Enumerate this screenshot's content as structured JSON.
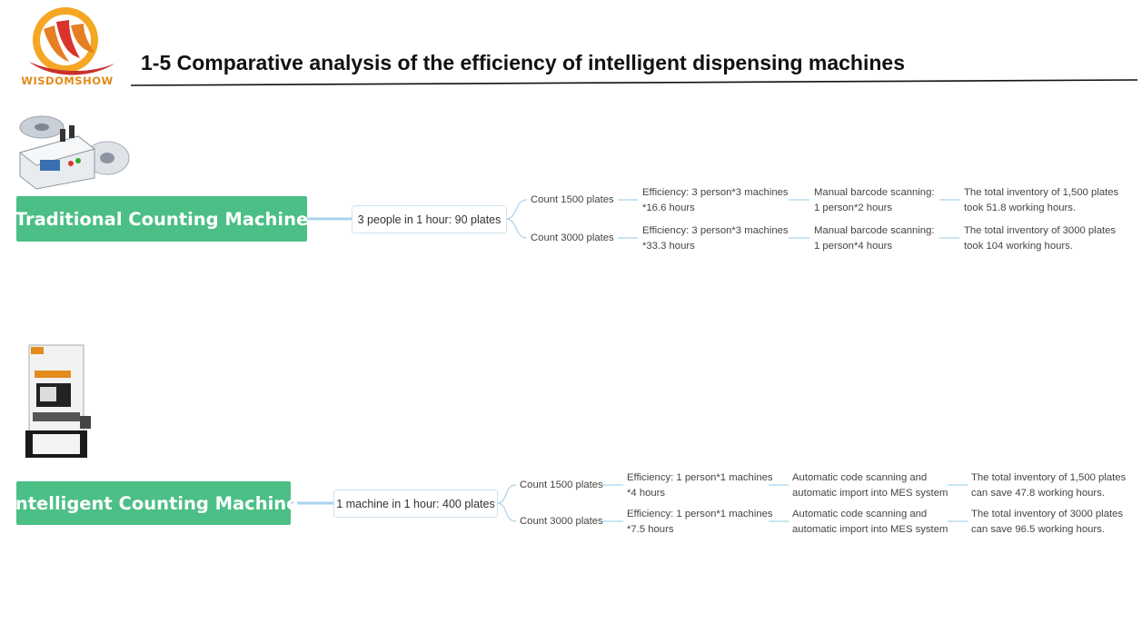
{
  "brand": {
    "logo_text": "WISDOMSHOW"
  },
  "page": {
    "title": "1-5 Comparative analysis of the efficiency of intelligent dispensing machines"
  },
  "traditional": {
    "root_label": "Traditional Counting Machine",
    "summary": "3 people in 1 hour: 90 plates",
    "branches": [
      {
        "count": "Count 1500 plates",
        "efficiency": [
          "Efficiency: 3 person*3 machines",
          "*16.6 hours"
        ],
        "method": [
          "Manual barcode scanning:",
          "1 person*2 hours"
        ],
        "result": [
          "The total inventory of 1,500 plates",
          "took 51.8 working hours."
        ]
      },
      {
        "count": "Count 3000 plates",
        "efficiency": [
          "Efficiency: 3 person*3 machines",
          "*33.3 hours"
        ],
        "method": [
          "Manual barcode scanning:",
          "1 person*4 hours"
        ],
        "result": [
          "The total inventory of 3000 plates",
          "took 104 working hours."
        ]
      }
    ]
  },
  "intelligent": {
    "root_label": "Intelligent Counting Machine",
    "summary": "1 machine in 1 hour: 400 plates",
    "branches": [
      {
        "count": "Count 1500 plates",
        "efficiency": [
          "Efficiency: 1 person*1 machines",
          "*4 hours"
        ],
        "method": [
          "Automatic code scanning and",
          "automatic import into MES system"
        ],
        "result": [
          "The total inventory of 1,500 plates",
          "can save 47.8 working hours."
        ]
      },
      {
        "count": "Count 3000 plates",
        "efficiency": [
          "Efficiency: 1 person*1 machines",
          "*7.5 hours"
        ],
        "method": [
          "Automatic code scanning and",
          "automatic import into MES system"
        ],
        "result": [
          "The total inventory of 3000 plates",
          "can save 96.5 working hours."
        ]
      }
    ]
  },
  "colors": {
    "root_green": "#4bbf86",
    "connector": "#a9d3ec",
    "title_rule": "#111111",
    "logo_orange": "#e38b1c",
    "logo_red": "#c9302c"
  }
}
